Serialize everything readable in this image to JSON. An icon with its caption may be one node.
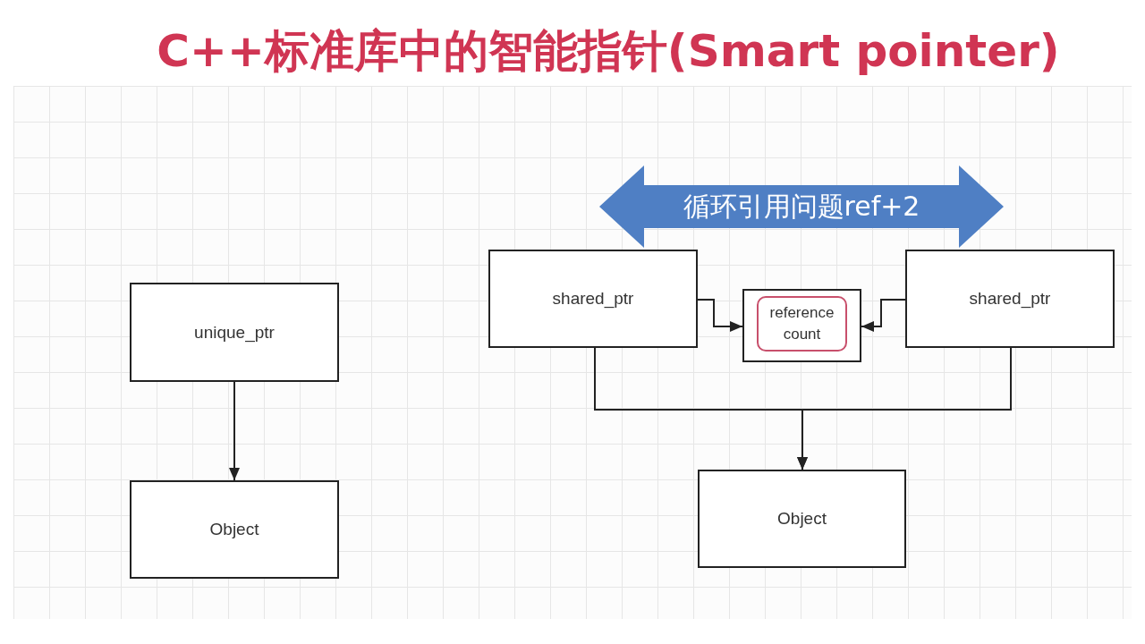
{
  "diagram": {
    "title": "C++标准库中的智能指针(Smart pointer)",
    "nodes": [
      {
        "text": [
          "unique_ptr"
        ]
      },
      {
        "text": [
          "Object"
        ]
      },
      {
        "text": [
          "循环引用问题ref+2"
        ]
      },
      {
        "text": [
          "shared_ptr"
        ]
      },
      {
        "text": [],
        "shape": "box"
      },
      {
        "text": [
          "reference count"
        ],
        "in": 4
      },
      {
        "text": [
          "shared_ptr"
        ]
      },
      {
        "text": [
          "Object"
        ]
      }
    ],
    "edges": [
      {
        "from": 0,
        "to": 1,
        "arrow": "to"
      },
      {
        "from": 3,
        "to": 4,
        "arrow": "to"
      },
      {
        "from": 6,
        "to": 4,
        "arrow": "to"
      },
      {
        "from": 3,
        "to": 7,
        "arrow": "to"
      },
      {
        "from": 6,
        "to": 7,
        "arrow": "to"
      }
    ]
  }
}
